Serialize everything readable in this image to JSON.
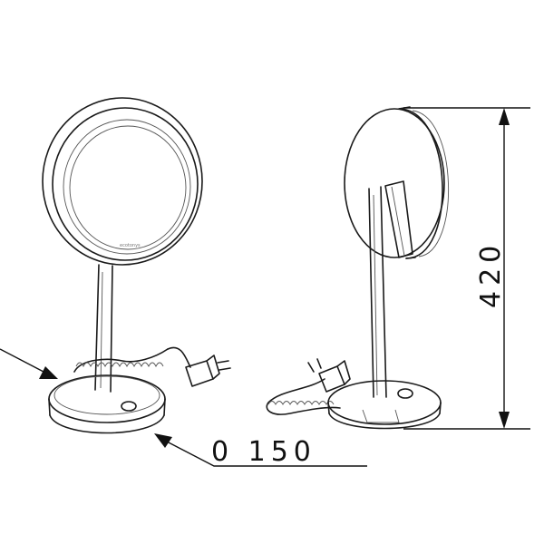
{
  "dimensions": {
    "base_diameter": "0 150",
    "height": "420"
  },
  "mirror_front": {
    "brand_mark": "ecotonys"
  }
}
